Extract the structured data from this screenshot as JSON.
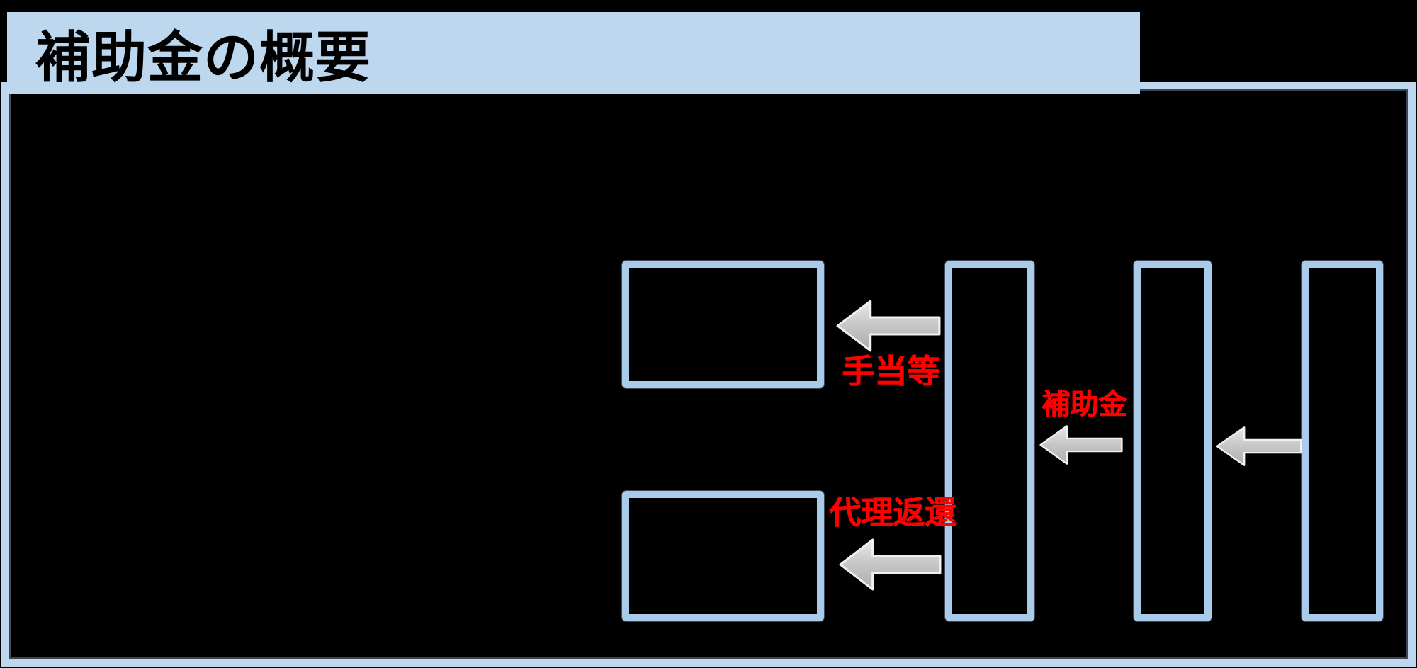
{
  "header": {
    "title": "補助金の概要"
  },
  "flow_labels": {
    "allowance": "手当等",
    "subsidy": "補助金",
    "proxy_repayment": "代理返還"
  },
  "colors": {
    "background": "#000000",
    "header_fill": "#BDD7EE",
    "frame_border": "#BDD7EE",
    "shape_border": "#A9CBEA",
    "label_red": "#FE0000",
    "arrow_body": "#C2C2C2",
    "arrow_highlight": "#E8E8E8",
    "title_text": "#000000"
  }
}
